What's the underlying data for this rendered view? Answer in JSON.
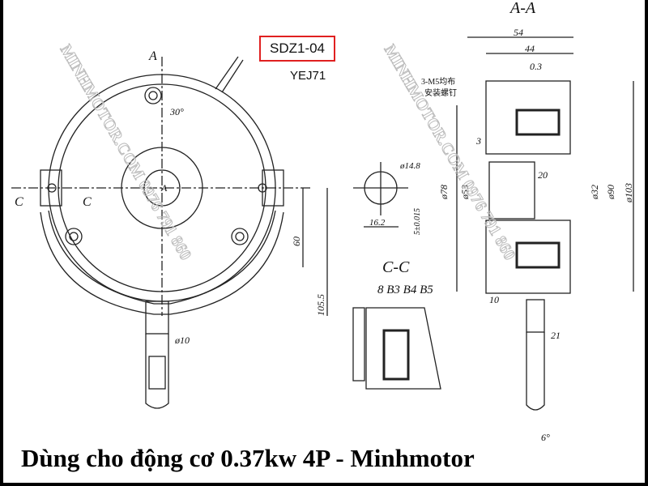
{
  "model_label": "SDZ1-04",
  "motor_label": "YEJ71",
  "caption": "Dùng cho động cơ 0.37kw 4P - Minhmotor",
  "front_view": {
    "section_mark": "A",
    "section_c": "C",
    "angle": "30°",
    "dim_60": "60",
    "dim_105_5": "105.5",
    "dim_d10": "ø10",
    "hub": "A"
  },
  "shaft_detail": {
    "dia": "ø14.8",
    "width": "16.2",
    "key": "5±0.015"
  },
  "section_cc": {
    "title": "C-C",
    "labels": "8  B3 B4 B5"
  },
  "section_aa": {
    "title": "A-A",
    "dims": [
      "54",
      "44",
      "0.3",
      "3",
      "20",
      "ø78",
      "ø53",
      "ø32",
      "ø90",
      "ø103",
      "10",
      "21",
      "6°"
    ],
    "note1": "3-M5均布",
    "note2": "安装螺钉"
  },
  "watermark": "MINHMOTOR.COM 0976 791 860"
}
